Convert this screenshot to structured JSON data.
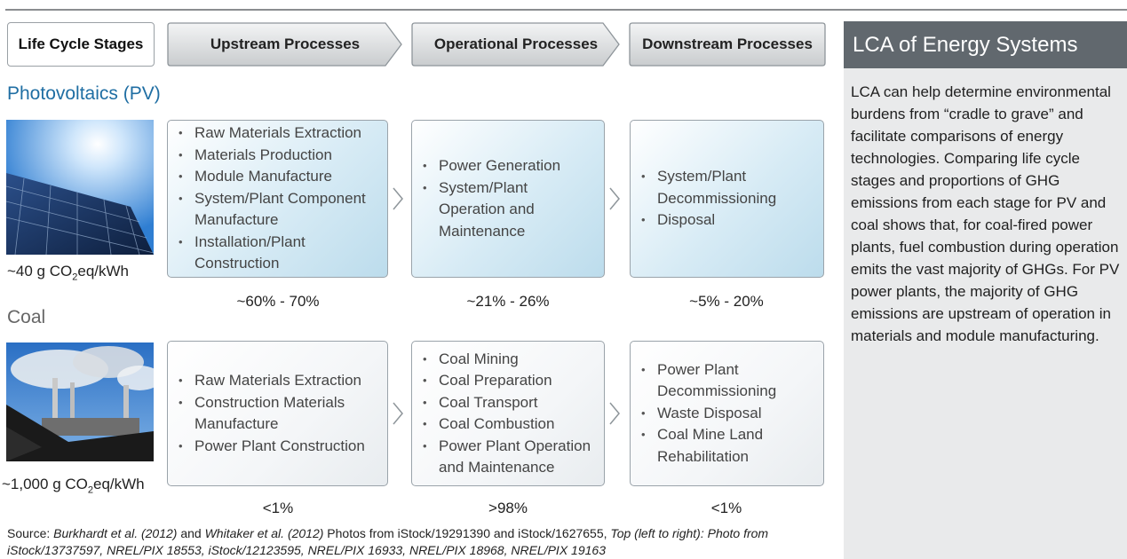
{
  "header": {
    "stage_label": "Life Cycle Stages",
    "stages": [
      "Upstream Processes",
      "Operational Processes",
      "Downstream  Processes"
    ]
  },
  "pv": {
    "title": "Photovoltaics (PV)",
    "emissions_prefix": "~40 g CO",
    "emissions_sub": "2",
    "emissions_suffix": "eq/kWh",
    "upstream": [
      "Raw Materials Extraction",
      "Materials Production",
      "Module Manufacture",
      "System/Plant Component Manufacture",
      "Installation/Plant Construction"
    ],
    "operational": [
      "Power Generation",
      "System/Plant Operation and Maintenance"
    ],
    "downstream": [
      "System/Plant Decommissioning",
      "Disposal"
    ],
    "percentages": [
      "~60% - 70%",
      "~21% - 26%",
      "~5% - 20%"
    ]
  },
  "coal": {
    "title": "Coal",
    "emissions_prefix": "~1,000 g CO",
    "emissions_sub": "2",
    "emissions_suffix": "eq/kWh",
    "upstream": [
      "Raw Materials Extraction",
      "Construction Materials Manufacture",
      "Power Plant Construction"
    ],
    "operational": [
      "Coal Mining",
      "Coal Preparation",
      "Coal Transport",
      "Coal Combustion",
      "Power Plant Operation and Maintenance"
    ],
    "downstream": [
      "Power Plant Decommissioning",
      "Waste Disposal",
      "Coal Mine Land Rehabilitation"
    ],
    "percentages": [
      "<1%",
      ">98%",
      "<1%"
    ]
  },
  "sidebar": {
    "title": "LCA of Energy Systems",
    "text": "LCA can help determine environmental burdens from “cradle to grave” and facilitate comparisons of energy technologies. Comparing life cycle stages and proportions of GHG emissions from each stage for PV and coal shows that, for coal-fired power plants, fuel combustion during operation emits the vast majority of GHGs. For PV power plants, the majority of GHG emissions are upstream of operation in materials and module manufacturing."
  },
  "source": {
    "label": "Source: ",
    "italic1": "Burkhardt et al. (2012)",
    "plain1": " and ",
    "italic2": "Whitaker et al. (2012)",
    "plain2": "  Photos from iStock/19291390 and iStock/1627655, ",
    "italic3": "Top (left to right): Photo from iStock/13737597, NREL/PIX 18553, iStock/12123595, NREL/PIX 16933, NREL/PIX 18968, NREL/PIX 19163"
  },
  "colors": {
    "pv_title": "#1f6ea3",
    "sidebar_header": "#61686e",
    "sidebar_bg": "#e9eaeb"
  }
}
